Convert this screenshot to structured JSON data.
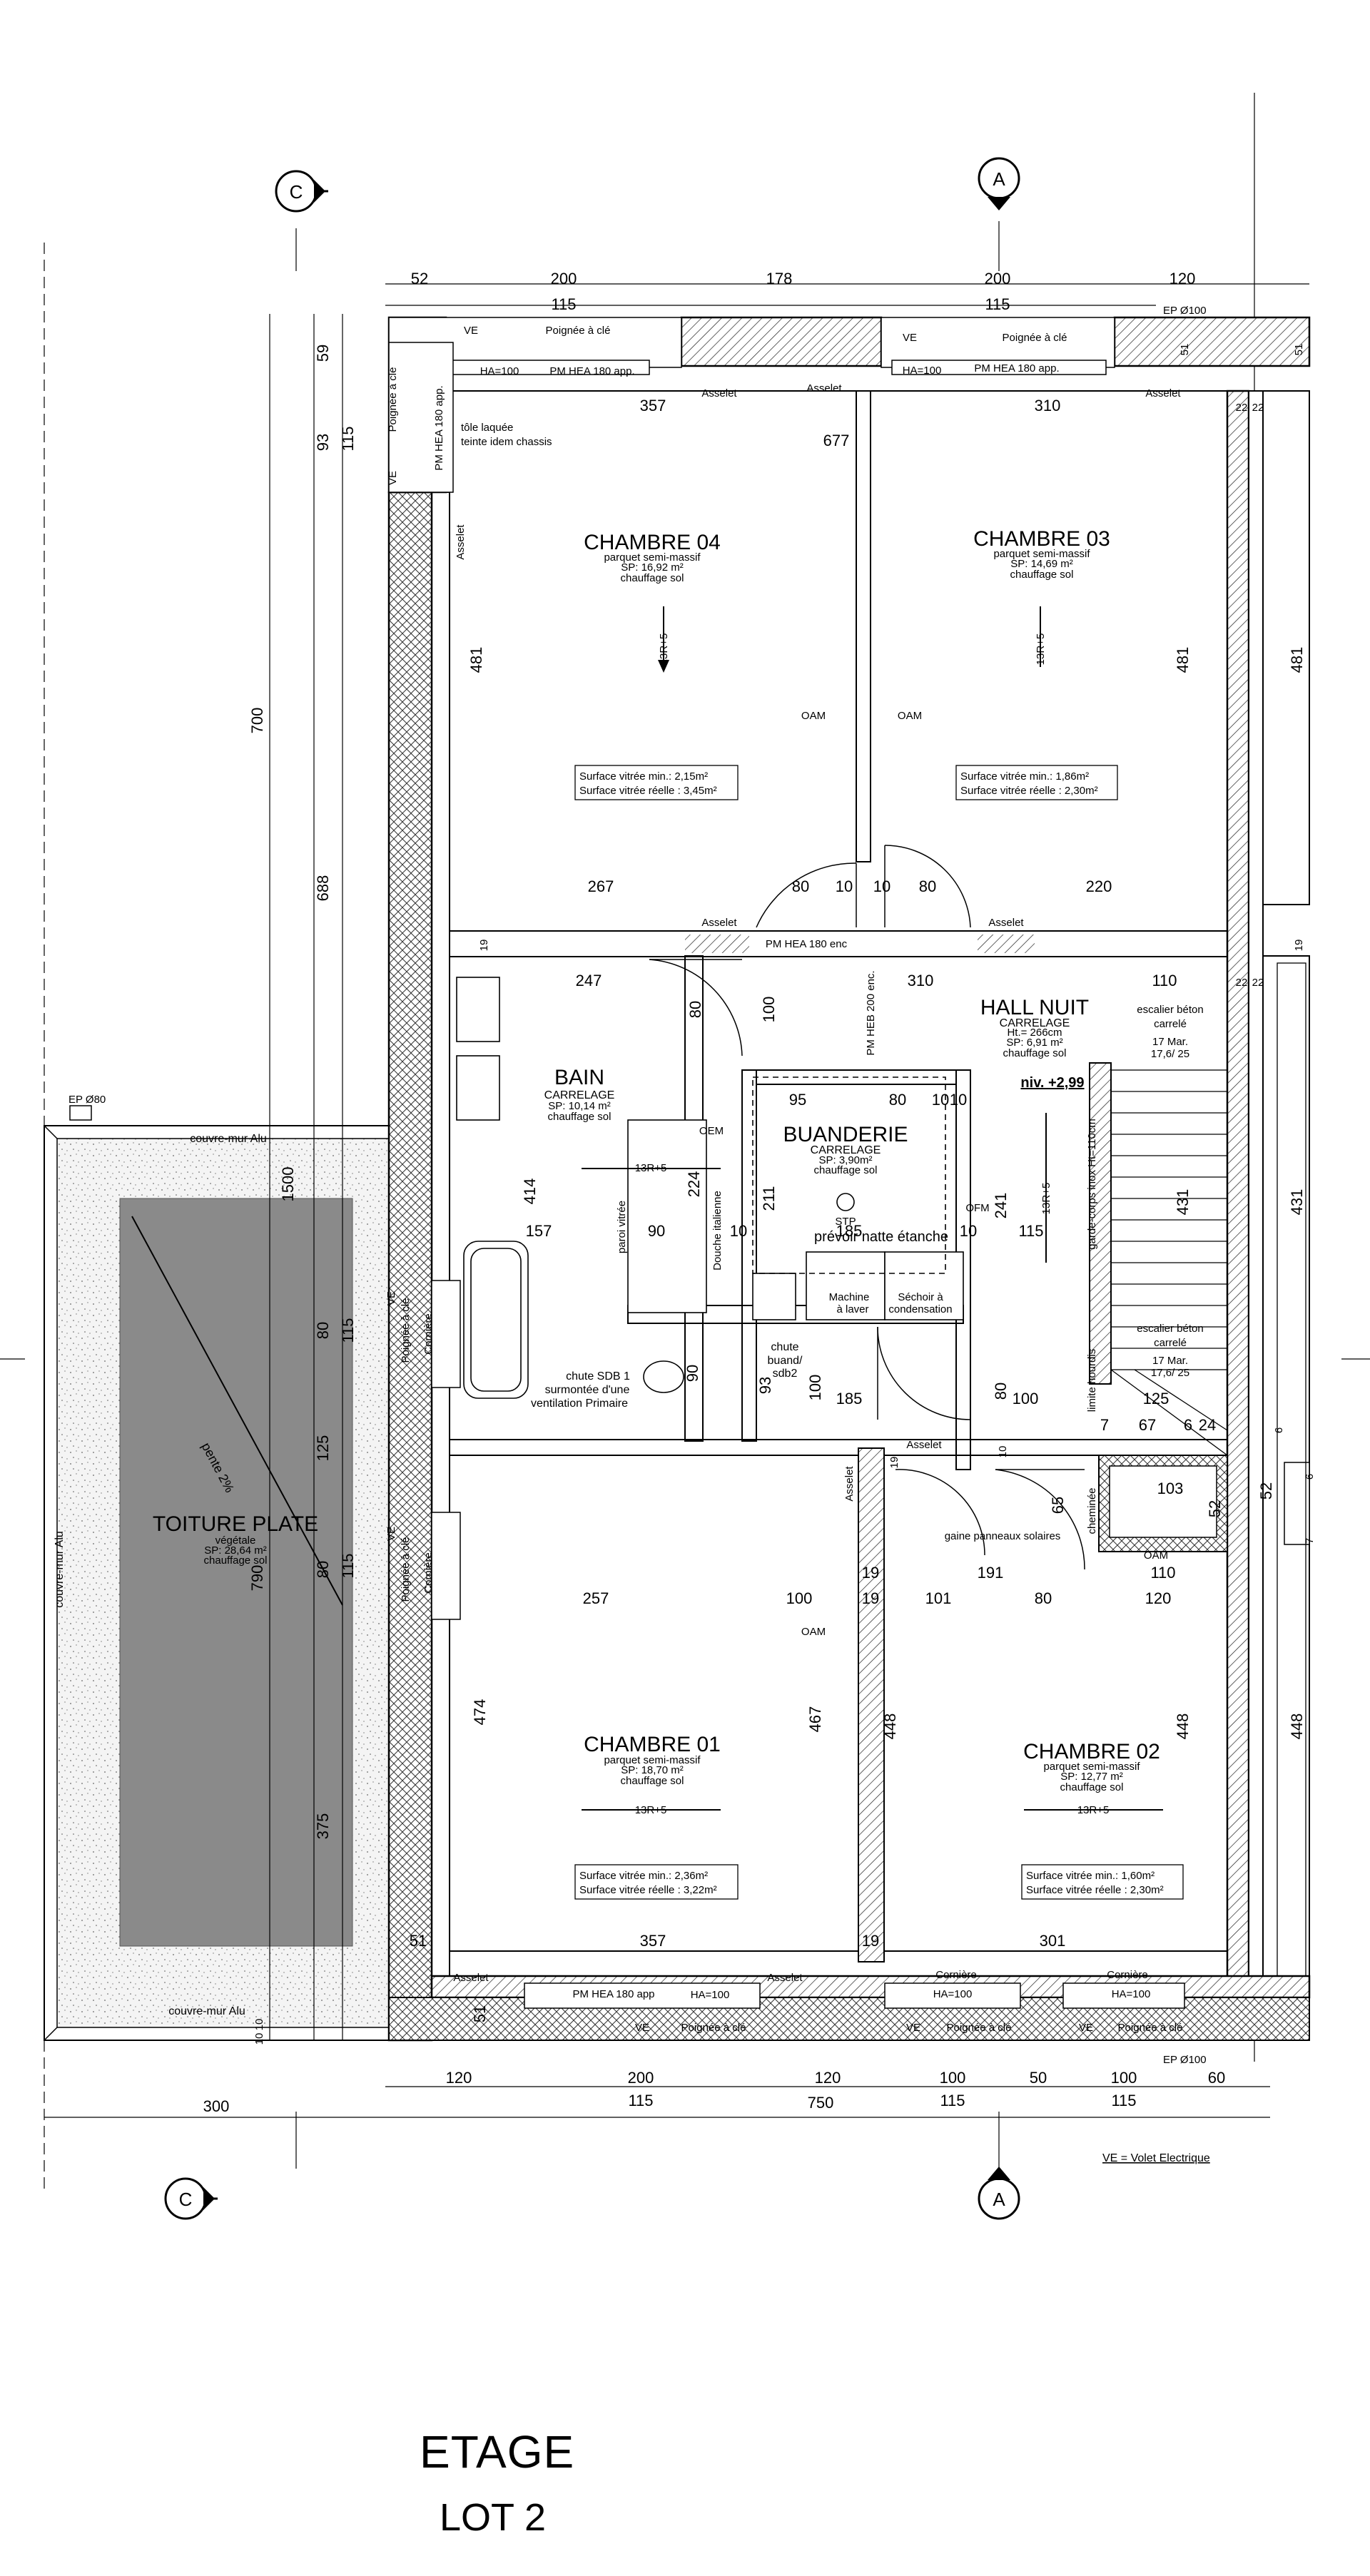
{
  "plan": {
    "rooms": {
      "chambre04": {
        "name": "CHAMBRE 04",
        "lines": [
          "parquet semi-massif",
          "SP: 16,92 m²",
          "chauffage sol"
        ],
        "stairs": "13R+5",
        "glazing": [
          "Surface vitrée min.: 2,15m²",
          "Surface vitrée réelle : 3,45m²"
        ]
      },
      "chambre03": {
        "name": "CHAMBRE 03",
        "lines": [
          "parquet semi-massif",
          "SP: 14,69 m²",
          "chauffage sol"
        ],
        "stairs": "13R+5",
        "glazing": [
          "Surface vitrée min.: 1,86m²",
          "Surface vitrée réelle : 2,30m²"
        ]
      },
      "bain": {
        "name": "BAIN",
        "lines": [
          "CARRELAGE",
          "SP: 10,14 m²",
          "chauffage sol"
        ],
        "stairs": "13R+5"
      },
      "buanderie": {
        "name": "BUANDERIE",
        "lines": [
          "CARRELAGE",
          "SP: 3,90m²",
          "chauffage sol"
        ],
        "note": "prévoir natte étanche"
      },
      "hall": {
        "name": "HALL NUIT",
        "lines": [
          "CARRELAGE",
          "Ht.= 266cm",
          "SP: 6,91 m²",
          "chauffage sol"
        ],
        "level": "niv. +2,99",
        "stairs": "13R+5"
      },
      "chambre01": {
        "name": "CHAMBRE 01",
        "lines": [
          "parquet semi-massif",
          "SP: 18,70 m²",
          "chauffage sol"
        ],
        "stairs": "13R+5",
        "glazing": [
          "Surface vitrée min.: 2,36m²",
          "Surface vitrée réelle : 3,22m²"
        ]
      },
      "chambre02": {
        "name": "CHAMBRE 02",
        "lines": [
          "parquet semi-massif",
          "SP: 12,77 m²",
          "chauffage sol"
        ],
        "stairs": "13R+5",
        "glazing": [
          "Surface vitrée min.: 1,60m²",
          "Surface vitrée réelle : 2,30m²"
        ]
      },
      "toiture": {
        "name": "TOITURE PLATE",
        "lines": [
          "végétale",
          "SP: 28,64 m²",
          "chauffage sol"
        ],
        "slope": "pente 2%"
      }
    },
    "section_markers": {
      "c": "C",
      "a": "A"
    },
    "dims_top": [
      "52",
      "200",
      "178",
      "200",
      "120"
    ],
    "dims_top2": [
      "115",
      "115"
    ],
    "dims_bottom": [
      "120",
      "200",
      "120",
      "100",
      "50",
      "100",
      "60"
    ],
    "dims_bottom2": [
      "115",
      "750",
      "115",
      "115"
    ],
    "dims_bottom3": "300",
    "dims_left": [
      "59",
      "93",
      "115",
      "700",
      "688",
      "1500",
      "80",
      "115",
      "125",
      "80",
      "115",
      "790",
      "375",
      "10",
      "10"
    ],
    "dims_interior": {
      "d357a": "357",
      "d310a": "310",
      "d677": "677",
      "d481l": "481",
      "d481r": "481",
      "d481o": "481",
      "d267": "267",
      "d80a": "80",
      "d10a": "10",
      "d10b": "10",
      "d80b": "80",
      "d220": "220",
      "d247": "247",
      "d310b": "310",
      "d110a": "110",
      "d22a": "22",
      "d22b": "22",
      "d22c": "22",
      "d22d": "22",
      "d19a": "19",
      "d19b": "19",
      "d100a": "100",
      "d80c": "80",
      "d95": "95",
      "d80d": "80",
      "d10c": "10",
      "d10d": "10",
      "d414": "414",
      "d224": "224",
      "d211": "211",
      "d241": "241",
      "d431a": "431",
      "d431b": "431",
      "d157": "157",
      "d90a": "90",
      "d10e": "10",
      "d185a": "185",
      "d10f": "10",
      "d115a": "115",
      "d93": "93",
      "d100b": "100",
      "d185b": "185",
      "d80e": "80",
      "d100c": "100",
      "d125": "125",
      "d90b": "90",
      "d7": "7",
      "d67": "67",
      "d6a": "6",
      "d24": "24",
      "d6b": "6",
      "d52a": "52",
      "d6c": "6",
      "d7b": "7",
      "d52b": "52",
      "d65": "65",
      "d103": "103",
      "d191": "191",
      "d110b": "110",
      "d257": "257",
      "d100d": "100",
      "d19c": "19",
      "d101": "101",
      "d80f": "80",
      "d120": "120",
      "d19d": "19",
      "d474": "474",
      "d467": "467",
      "d448a": "448",
      "d448b": "448",
      "d448c": "448",
      "d357b": "357",
      "d301": "301",
      "d51a": "51",
      "d51b": "51",
      "d51c": "51",
      "d51d": "51",
      "d19e": "19",
      "d19f": "19",
      "d10g": "10"
    },
    "labels": {
      "ve": "VE",
      "poignee": "Poignée à clé",
      "ha100": "HA=100",
      "pm_hea_app": "PM HEA 180 app.",
      "pm_hea_enc": "PM HEA 180 enc",
      "pm_heb": "PM HEB 200 enc.",
      "asselet": "Asselet",
      "cornier": "Cornière",
      "tole": "tôle laquée",
      "tole2": "teinte idem chassis",
      "ep100": "EP Ø100",
      "ep80": "EP Ø80",
      "couvre": "couvre-mur Alu",
      "oam": "OAM",
      "oem": "OEM",
      "ofm": "OFM",
      "stp": "STP",
      "paroi": "paroi vitrée",
      "douche": "Douche italienne",
      "machine": "Machine\nà laver",
      "sechoir": "Séchoir à\ncondensation",
      "chute_sdb": "chute SDB 1\nsurmontée d'une\nventilation Primaire",
      "chute_buand": "chute\nbuand/\nsdb2",
      "escalier1": "escalier béton\ncarrelé\n17 Mar.\n17,6/ 25",
      "escalier2": "escalier béton\ncarrelé\n17 Mar.\n17,6/ 25",
      "garde": "garde-corps inox Ht=110cm",
      "limite": "limite hourdis",
      "cheminee": "cheminée",
      "gaine": "gaine panneaux solaires",
      "pm_hea_app2": "PM HEA 180 app"
    },
    "legend": "VE = Volet Electrique"
  },
  "title": {
    "main": "ETAGE",
    "sub": "LOT 2"
  }
}
